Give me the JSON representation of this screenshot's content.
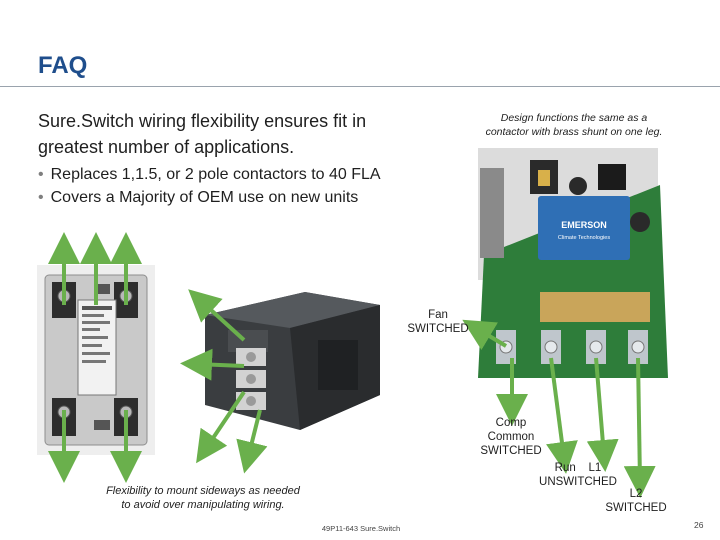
{
  "page": {
    "title": "FAQ",
    "intro_line1": "Sure.Switch wiring flexibility ensures fit in",
    "intro_line2": "greatest number of applications.",
    "bullets": [
      "Replaces 1,1.5, or 2 pole contactors to 40 FLA",
      "Covers a Majority of OEM use on new units"
    ],
    "design_note_line1": "Design functions the same as a",
    "design_note_line2": "contactor with brass shunt on one leg.",
    "flex_note_line1": "Flexibility to mount sideways as needed",
    "flex_note_line2": "to avoid over manipulating wiring.",
    "footer": "49P11-643 Sure.Switch",
    "page_number": "26"
  },
  "callouts": {
    "fan": [
      "Fan",
      "SWITCHED"
    ],
    "comp": [
      "Comp",
      "Common",
      "SWITCHED"
    ],
    "run": [
      "Run    L1",
      "UNSWITCHED"
    ],
    "l2": [
      "L2",
      "SWITCHED"
    ]
  },
  "board_logo": {
    "brand": "EMERSON",
    "sub": "Climate Technologies"
  },
  "colors": {
    "title": "#1f4e8c",
    "arrow": "#6ab04c",
    "board": "#2e7d3a",
    "relay": "#2f6fb5"
  }
}
